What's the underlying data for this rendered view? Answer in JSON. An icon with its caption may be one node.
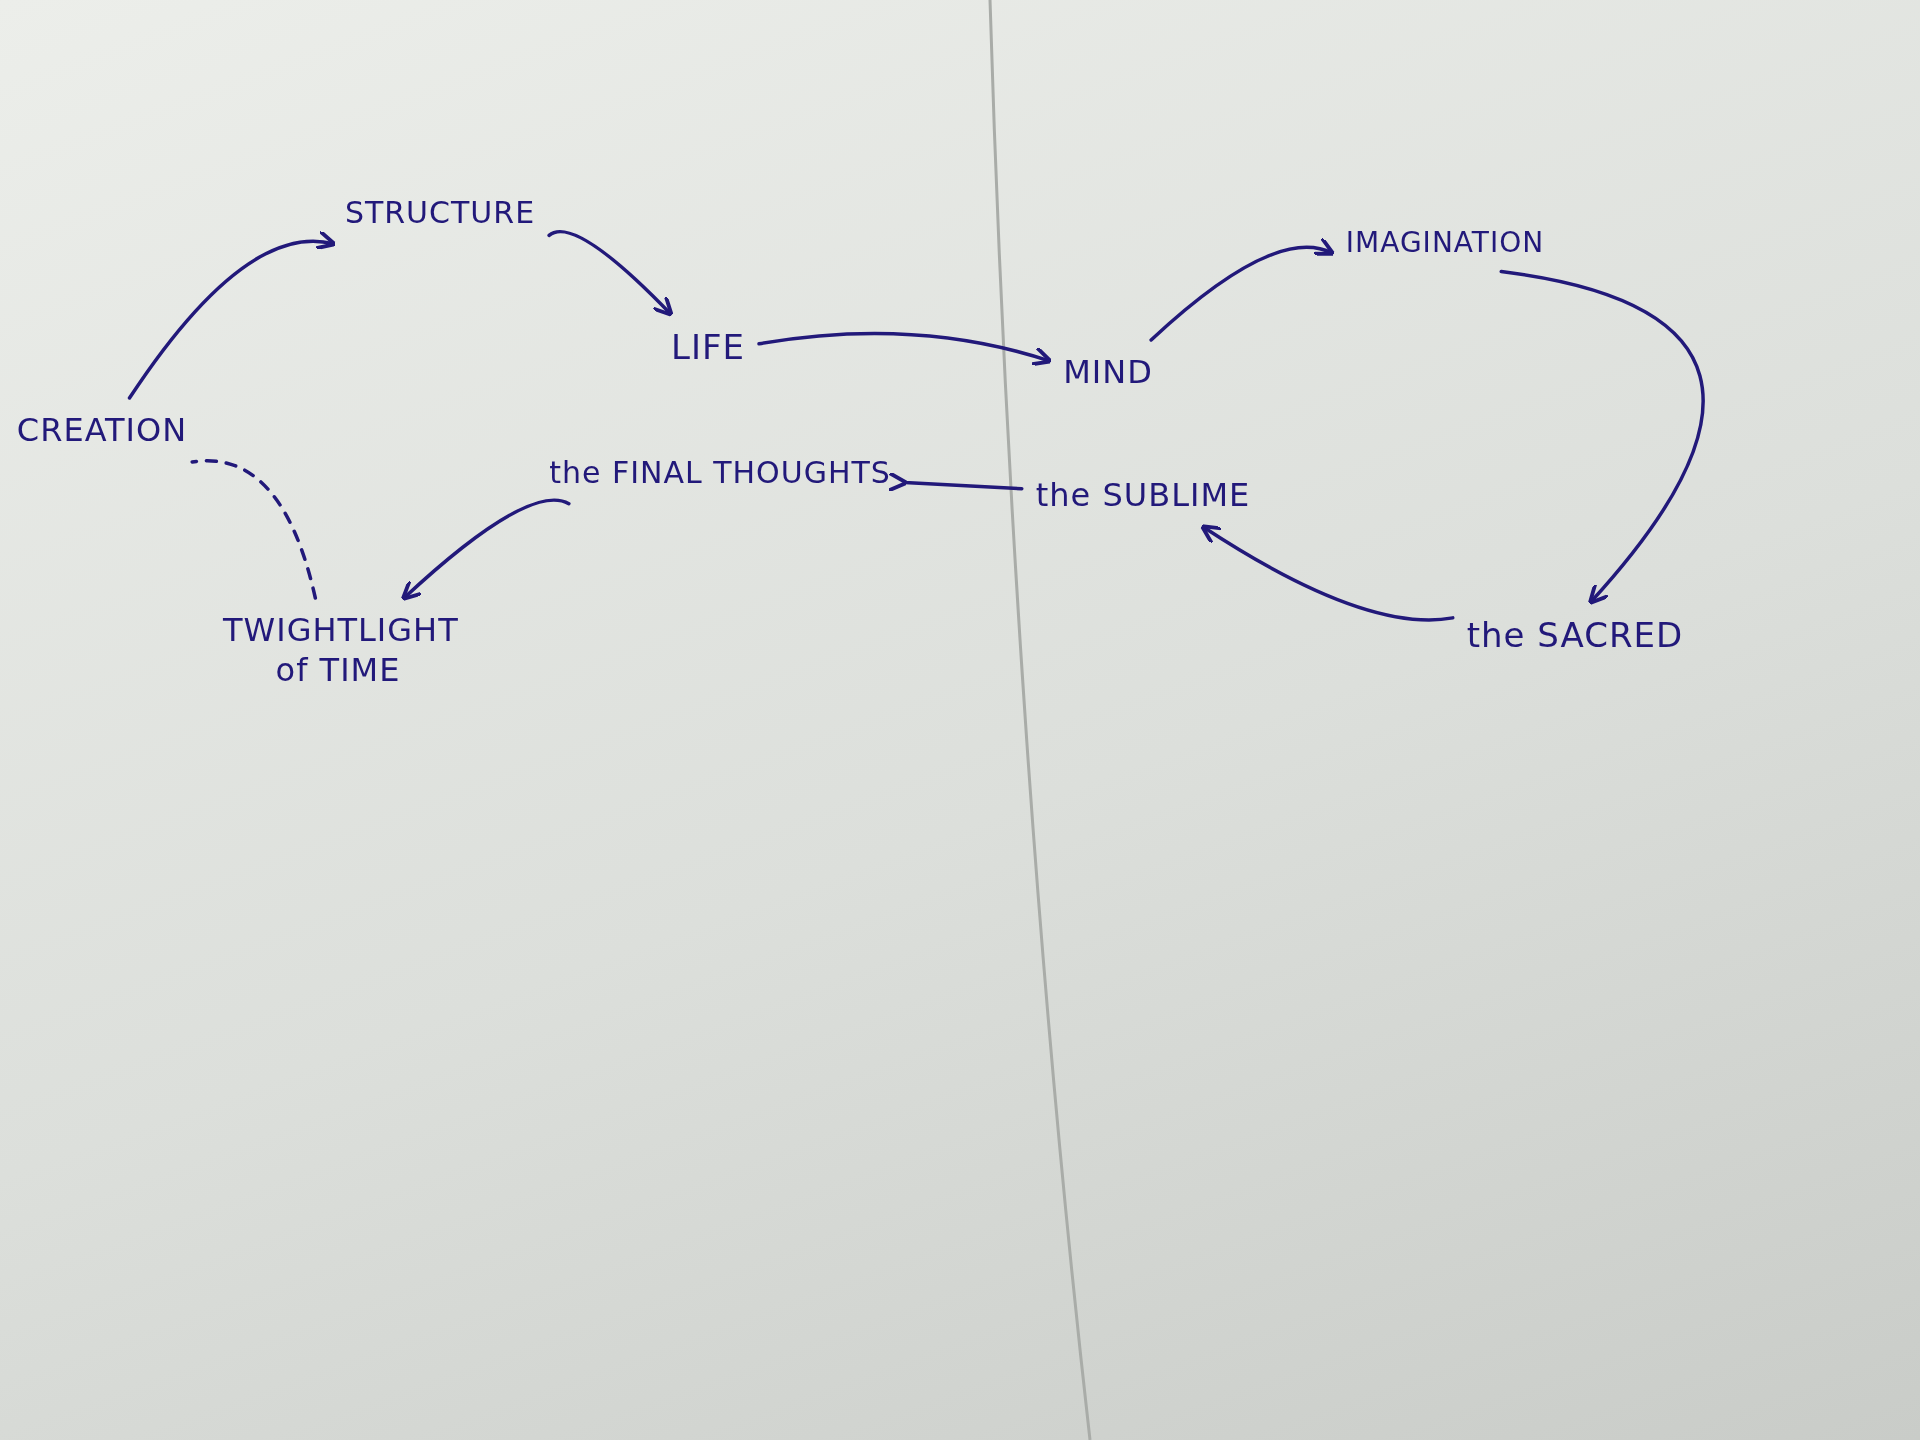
{
  "diagram": {
    "nodes": [
      {
        "text": [
          "CREATION"
        ]
      },
      {
        "text": [
          "STRUCTURE"
        ]
      },
      {
        "text": [
          "LIFE"
        ]
      },
      {
        "text": [
          "MIND"
        ]
      },
      {
        "text": [
          "IMAGINATION"
        ]
      },
      {
        "text": [
          "the SACRED"
        ]
      },
      {
        "text": [
          "the SUBLIME"
        ]
      },
      {
        "text": [
          "the FINAL THOUGHTS"
        ]
      },
      {
        "text": [
          "TWIGHTLIGHT of TIME"
        ]
      }
    ],
    "edges": [
      {
        "from": 0,
        "to": 1,
        "arrow": "to"
      },
      {
        "from": 1,
        "to": 2,
        "arrow": "to"
      },
      {
        "from": 2,
        "to": 3,
        "arrow": "to"
      },
      {
        "from": 3,
        "to": 4,
        "arrow": "to"
      },
      {
        "from": 4,
        "to": 5,
        "arrow": "to"
      },
      {
        "from": 5,
        "to": 6,
        "arrow": "to"
      },
      {
        "from": 6,
        "to": 7,
        "arrow": "to"
      },
      {
        "from": 7,
        "to": 8,
        "arrow": "to"
      },
      {
        "from": 8,
        "to": 0,
        "arrow": "none",
        "style": "dashed"
      }
    ]
  }
}
